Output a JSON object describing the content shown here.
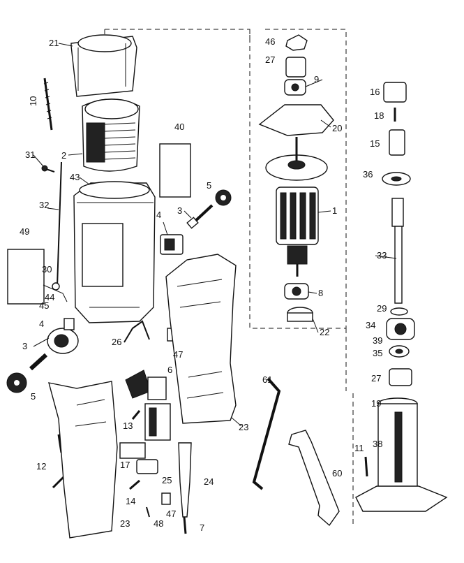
{
  "parts": [
    {
      "id": "p21",
      "label": "21"
    },
    {
      "id": "p10",
      "label": "10"
    },
    {
      "id": "p2",
      "label": "2"
    },
    {
      "id": "p31",
      "label": "31"
    },
    {
      "id": "p43",
      "label": "43"
    },
    {
      "id": "p40",
      "label": "40"
    },
    {
      "id": "p5a",
      "label": "5"
    },
    {
      "id": "p3a",
      "label": "3"
    },
    {
      "id": "p4a",
      "label": "4"
    },
    {
      "id": "p32",
      "label": "32"
    },
    {
      "id": "p49",
      "label": "49"
    },
    {
      "id": "p30",
      "label": "30"
    },
    {
      "id": "p44",
      "label": "44"
    },
    {
      "id": "p45",
      "label": "45"
    },
    {
      "id": "p4b",
      "label": "4"
    },
    {
      "id": "p3b",
      "label": "3"
    },
    {
      "id": "p5b",
      "label": "5"
    },
    {
      "id": "p26",
      "label": "26"
    },
    {
      "id": "p47a",
      "label": "47"
    },
    {
      "id": "p6",
      "label": "6"
    },
    {
      "id": "p13",
      "label": "13"
    },
    {
      "id": "p12",
      "label": "12"
    },
    {
      "id": "p17",
      "label": "17"
    },
    {
      "id": "p25",
      "label": "25"
    },
    {
      "id": "p14",
      "label": "14"
    },
    {
      "id": "p47b",
      "label": "47"
    },
    {
      "id": "p48",
      "label": "48"
    },
    {
      "id": "p23a",
      "label": "23"
    },
    {
      "id": "p23b",
      "label": "23"
    },
    {
      "id": "p24",
      "label": "24"
    },
    {
      "id": "p7",
      "label": "7"
    },
    {
      "id": "p46",
      "label": "46"
    },
    {
      "id": "p27a",
      "label": "27"
    },
    {
      "id": "p9",
      "label": "9"
    },
    {
      "id": "p20",
      "label": "20"
    },
    {
      "id": "p1",
      "label": "1"
    },
    {
      "id": "p8",
      "label": "8"
    },
    {
      "id": "p22",
      "label": "22"
    },
    {
      "id": "p16",
      "label": "16"
    },
    {
      "id": "p18",
      "label": "18"
    },
    {
      "id": "p15",
      "label": "15"
    },
    {
      "id": "p36",
      "label": "36"
    },
    {
      "id": "p33",
      "label": "33"
    },
    {
      "id": "p29",
      "label": "29"
    },
    {
      "id": "p34",
      "label": "34"
    },
    {
      "id": "p39",
      "label": "39"
    },
    {
      "id": "p35",
      "label": "35"
    },
    {
      "id": "p27b",
      "label": "27"
    },
    {
      "id": "p19",
      "label": "19"
    },
    {
      "id": "p38",
      "label": "38"
    },
    {
      "id": "p11",
      "label": "11"
    },
    {
      "id": "p61",
      "label": "61"
    },
    {
      "id": "p60",
      "label": "60"
    }
  ]
}
